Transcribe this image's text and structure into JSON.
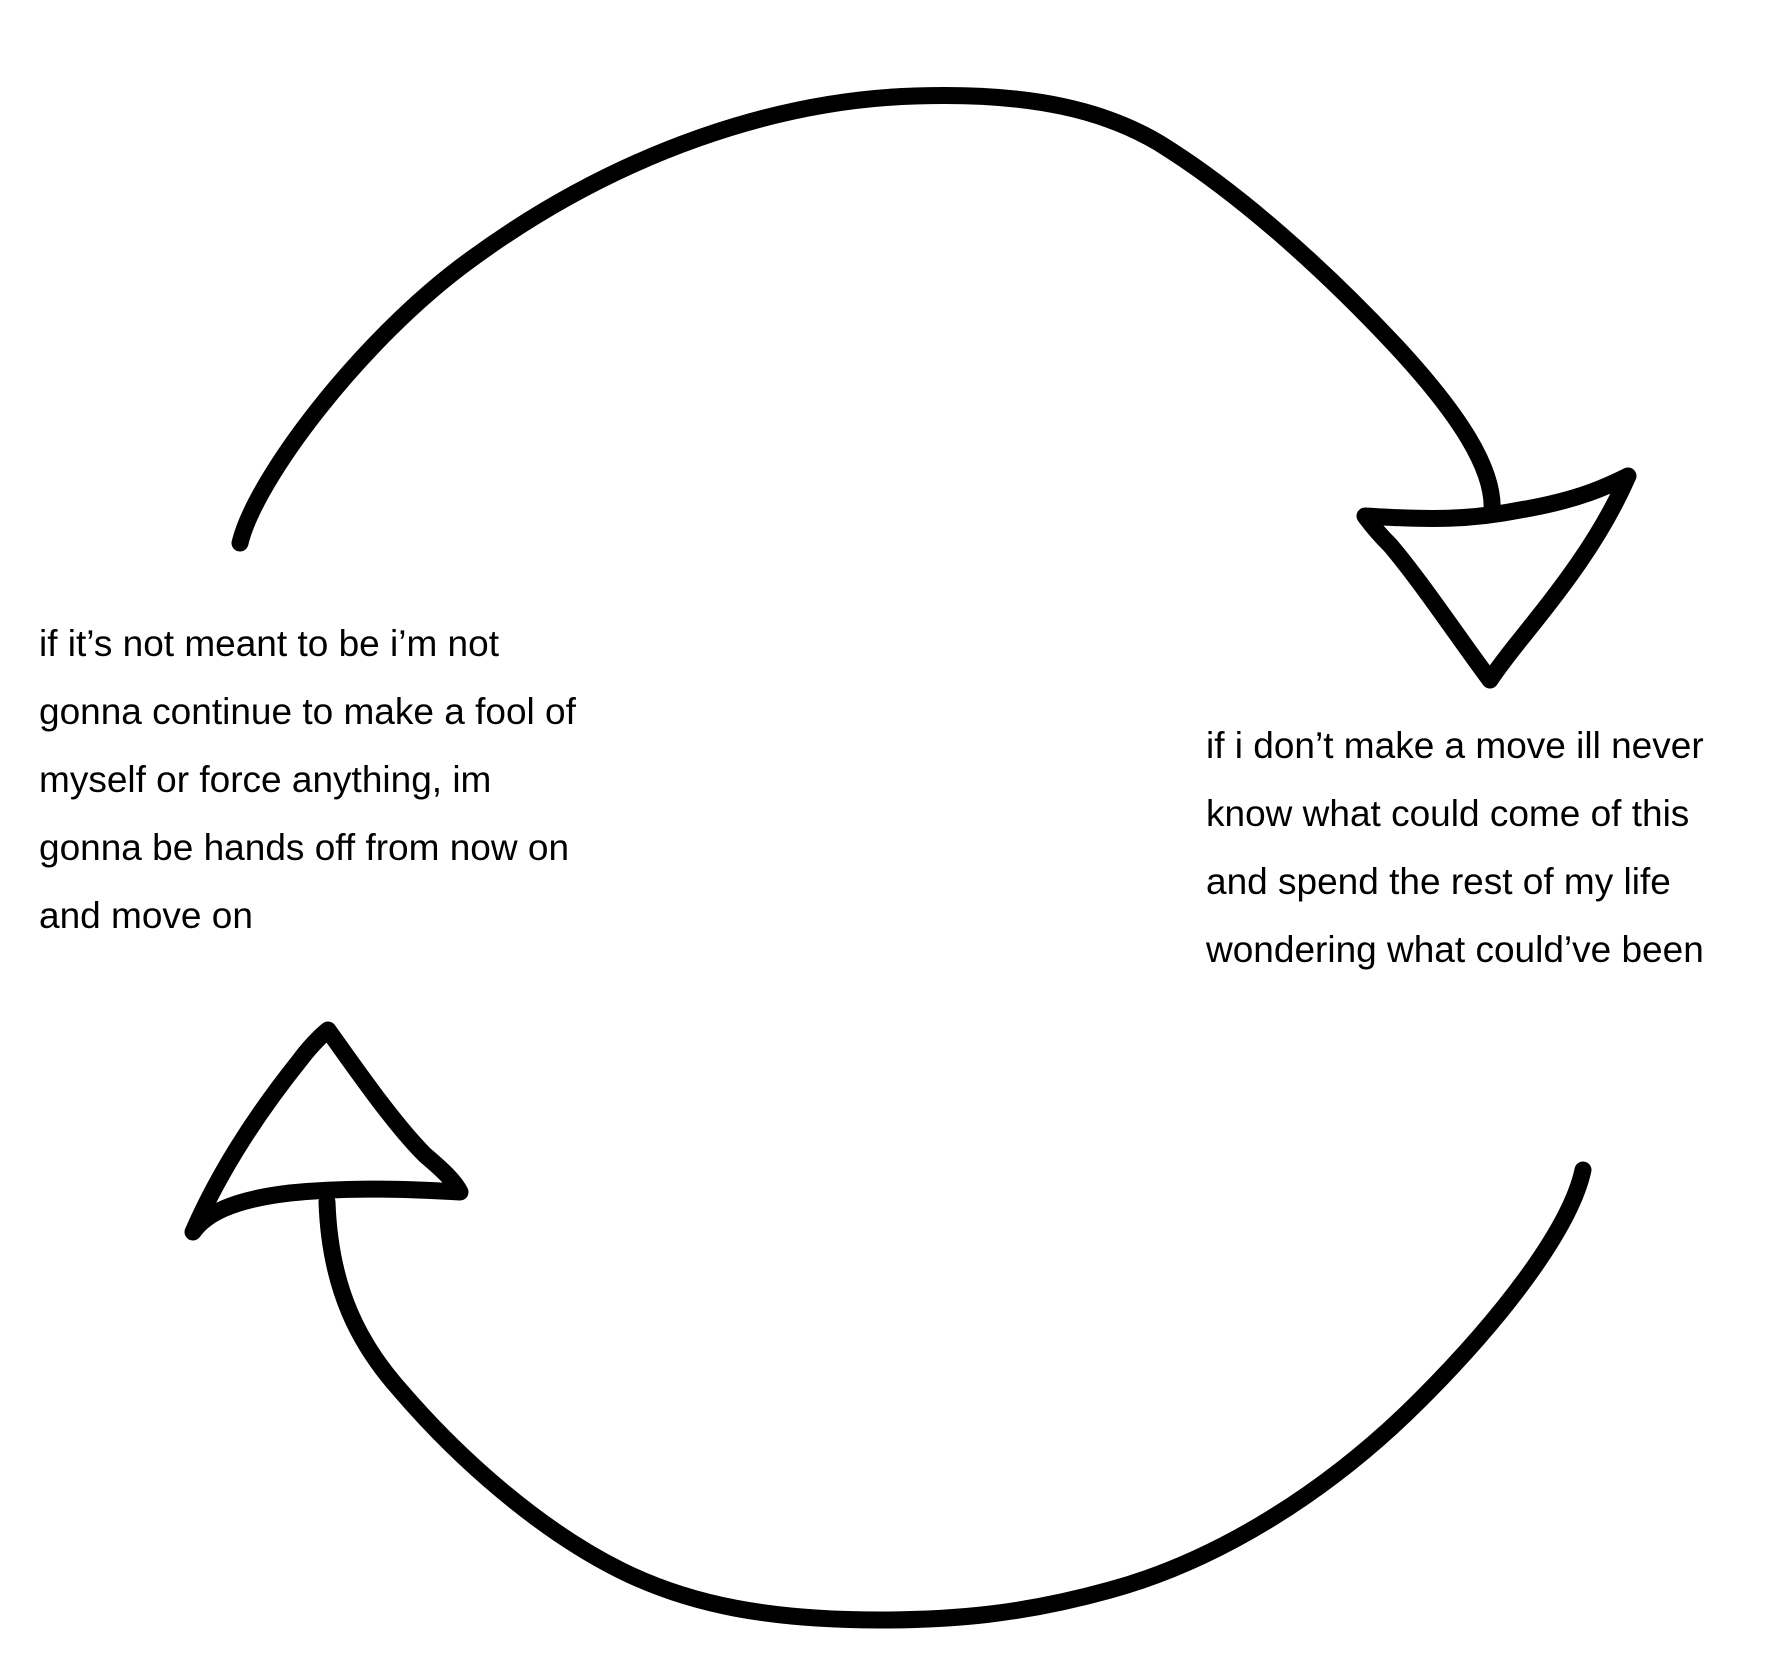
{
  "colors": {
    "background": "#ffffff",
    "ink": "#000000"
  },
  "left_thought": {
    "lines": [
      "if it’s not meant to be i’m not",
      "gonna continue to make a fool of",
      "myself or force anything, im",
      "gonna be hands off from now on",
      "and move on"
    ]
  },
  "right_thought": {
    "lines": [
      "if i don’t make a move ill never",
      "know what could come of this",
      "and spend the rest of my life",
      "wondering what could’ve been"
    ]
  },
  "arrows": {
    "top": "arrow-pointing-right-down",
    "bottom": "arrow-pointing-left-up"
  }
}
